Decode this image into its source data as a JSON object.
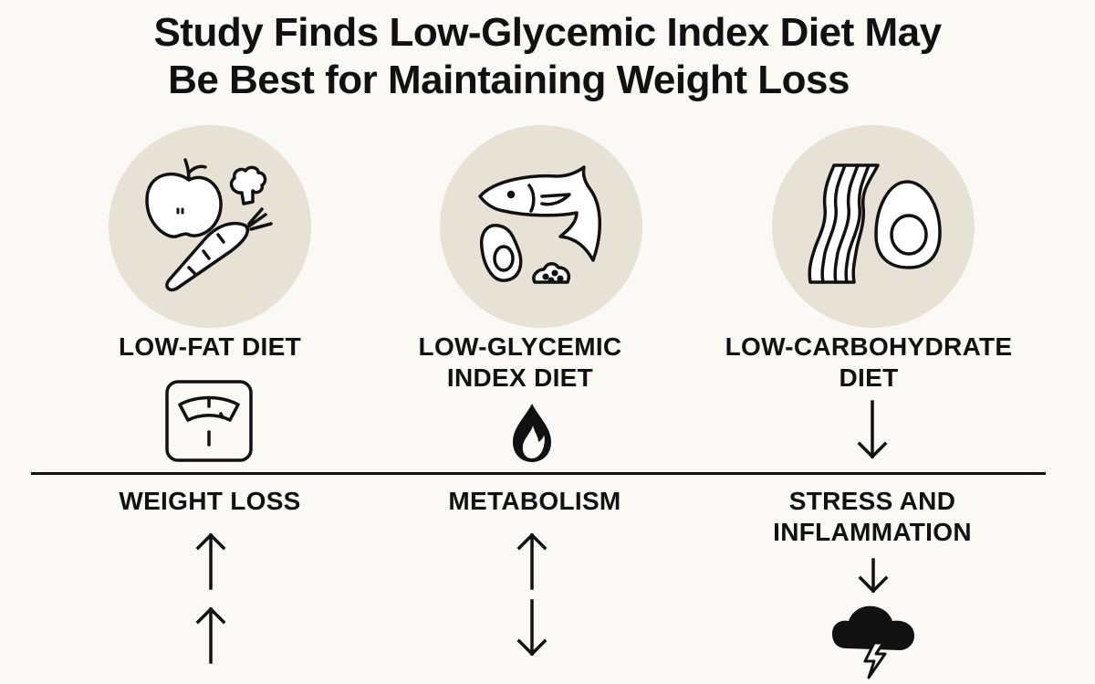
{
  "title": {
    "line1": "Study Finds Low-Glycemic Index Diet May",
    "line2": "Be Best for Maintaining Weight Loss"
  },
  "colors": {
    "background": "#fbf9f6",
    "circle": "#e8e1d5",
    "ink": "#111111"
  },
  "diets": [
    {
      "label": "LOW-FAT DIET",
      "foods": [
        "apple",
        "broccoli",
        "carrot"
      ],
      "indicator_icon": "scale-icon"
    },
    {
      "label_line1": "LOW-GLYCEMIC",
      "label_line2": "INDEX DIET",
      "foods": [
        "fish",
        "avocado",
        "grains"
      ],
      "indicator_icon": "flame-icon"
    },
    {
      "label_line1": "LOW-CARBOHYDRATE",
      "label_line2": "DIET",
      "foods": [
        "bacon",
        "egg"
      ],
      "indicator_icon": "arrow-down-icon"
    }
  ],
  "outcomes": [
    {
      "label": "WEIGHT LOSS",
      "indicators": [
        "arrow-up-icon",
        "arrow-up-icon"
      ]
    },
    {
      "label": "METABOLISM",
      "indicators": [
        "arrow-up-icon",
        "arrow-down-icon"
      ]
    },
    {
      "label_line1": "STRESS AND",
      "label_line2": "INFLAMMATION",
      "indicators": [
        "arrow-down-icon",
        "storm-cloud-icon"
      ]
    }
  ]
}
